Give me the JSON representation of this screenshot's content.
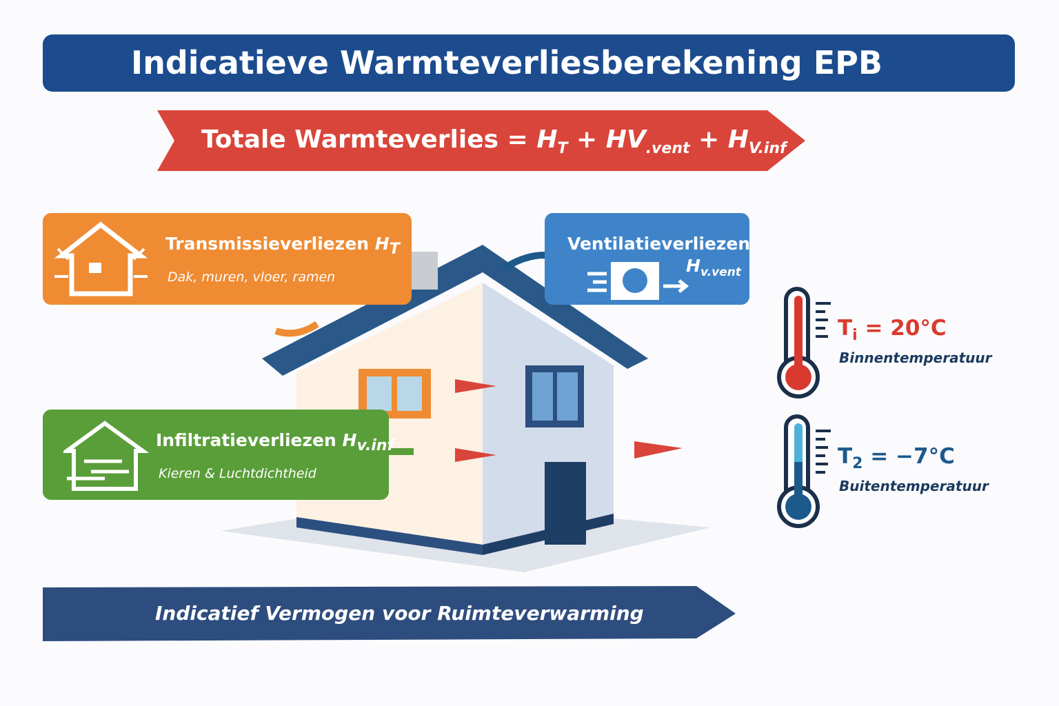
{
  "title": "Indicatieve Warmteverliesberekening EPB",
  "formula": {
    "lhs": "Totale Warmteverlies = ",
    "t1": "H",
    "t1_sub": "T",
    "plus1": " + ",
    "t2": "HV",
    "t2_sub": ".vent",
    "plus2": " + ",
    "t3": "H",
    "t3_sub": "V.inf"
  },
  "transmission": {
    "title": "Transmissieverliezen ",
    "symbol": "H",
    "symbol_sub": "T",
    "subtitle": "Dak, muren, vloer, ramen",
    "icon": "house-heat-loss-icon"
  },
  "ventilation": {
    "title": "Ventilatieverliezen",
    "symbol": "H",
    "symbol_sub": "v.vent",
    "icon": "fan-icon"
  },
  "infiltration": {
    "title": "Infiltratieverliezen ",
    "symbol": "H",
    "symbol_sub": "v.inf",
    "subtitle": "Kieren & Luchtdichtheid",
    "icon": "house-airflow-icon"
  },
  "indoor": {
    "symbol": "T",
    "symbol_sub": "i",
    "value": " = 20°C",
    "label": "Binnentemperatuur",
    "color": "#d93a2f"
  },
  "outdoor": {
    "symbol": "T",
    "symbol_sub": "2",
    "value": " = −7°C",
    "label": "Buitentemperatuur",
    "color": "#1d5a8c"
  },
  "bottom_banner": "Indicatief Vermogen voor Ruimteverwarming",
  "colors": {
    "title": "#1c4c8e",
    "formula": "#d9453a",
    "transmission": "#ef8b32",
    "ventilation": "#3f84c8",
    "infiltration": "#5a9e3a",
    "bottom": "#2e4d7f"
  }
}
